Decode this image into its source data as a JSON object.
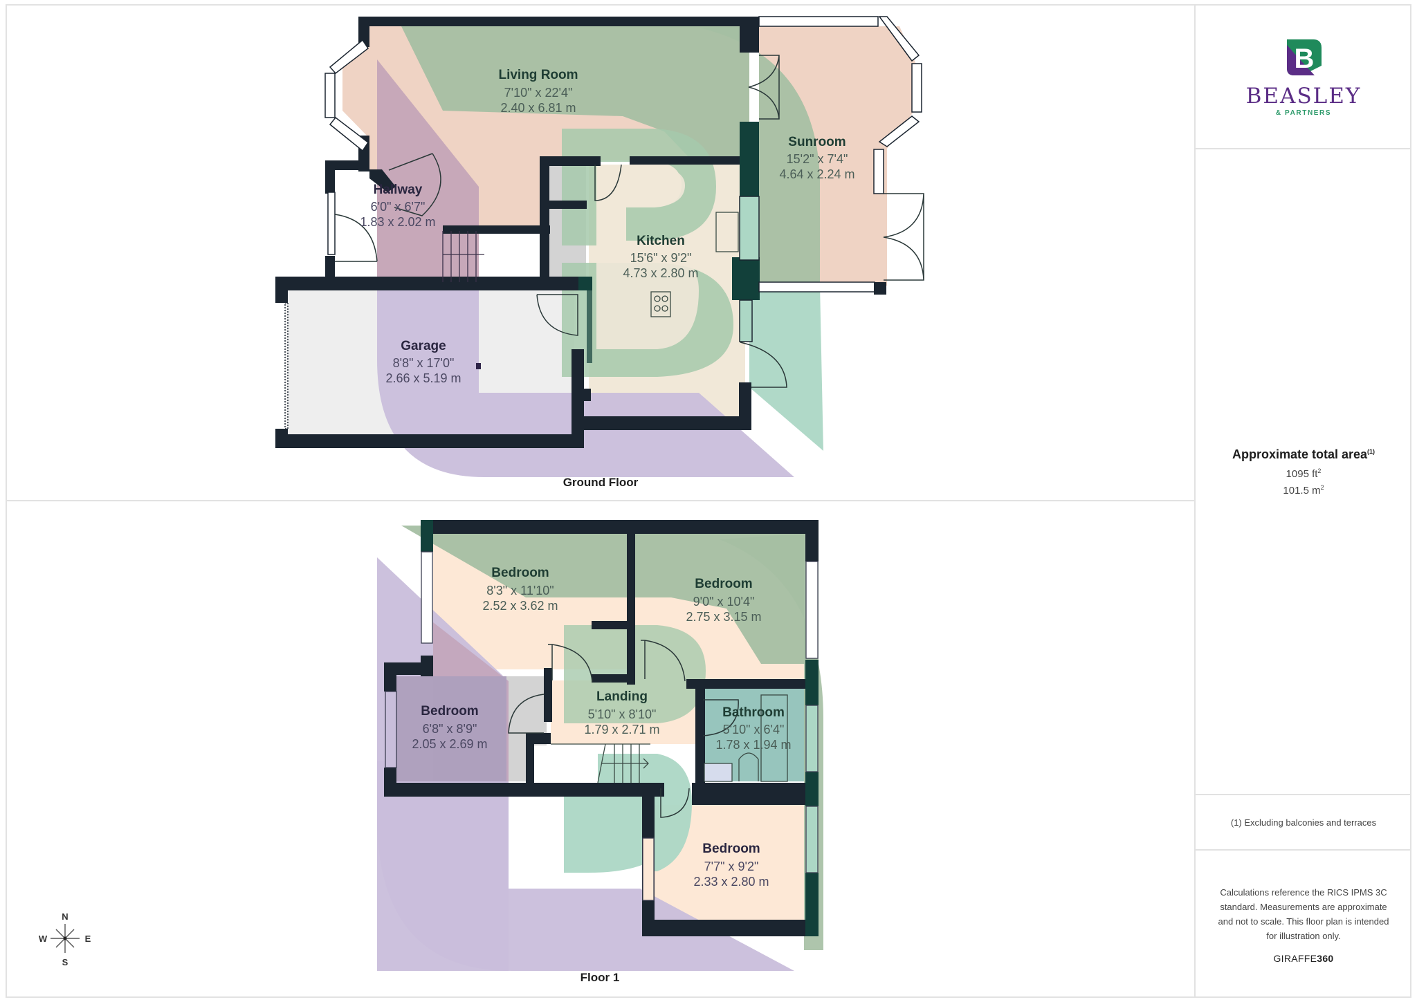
{
  "brand": {
    "name": "BEASLEY",
    "subtitle": "& PARTNERS",
    "colors": {
      "purple": "#5b2d86",
      "green": "#1f8a5b",
      "teal": "#2c9a6a"
    }
  },
  "area": {
    "title": "Approximate total area",
    "title_sup": "(1)",
    "imperial_value": "1095 ft",
    "imperial_sup": "2",
    "metric_value": "101.5 m",
    "metric_sup": "2"
  },
  "footnote": "(1) Excluding balconies and terraces",
  "disclaimer": "Calculations reference the RICS IPMS 3C standard. Measurements are approximate and not to scale. This floor plan is intended for illustration only.",
  "credit": {
    "prefix": "GIRAFFE",
    "suffix": "360"
  },
  "compass": {
    "n": "N",
    "s": "S",
    "e": "E",
    "w": "W"
  },
  "colors": {
    "wall": "#1b2530",
    "wall_green": "#12403a",
    "wall_purple": "#2e2448",
    "peach": "#efd3c4",
    "sage": "#a5bfa3",
    "mauve": "#c2a3b8",
    "lavender": "#c9bedb",
    "mint": "#acd7c5",
    "cream": "#f1e8d8",
    "garage_floor": "#eeeeee",
    "cupboard": "#d3d3d3"
  },
  "floors": [
    {
      "label": "Ground Floor",
      "rooms": [
        {
          "name": "Living Room",
          "imperial": "7'10\" x 22'4\"",
          "metric": "2.40 x 6.81 m"
        },
        {
          "name": "Sunroom",
          "imperial": "15'2\" x 7'4\"",
          "metric": "4.64 x 2.24 m"
        },
        {
          "name": "Hallway",
          "imperial": "6'0\" x 6'7\"",
          "metric": "1.83 x 2.02 m"
        },
        {
          "name": "Kitchen",
          "imperial": "15'6\" x 9'2\"",
          "metric": "4.73 x 2.80 m"
        },
        {
          "name": "Garage",
          "imperial": "8'8\" x 17'0\"",
          "metric": "2.66 x 5.19 m"
        }
      ]
    },
    {
      "label": "Floor 1",
      "rooms": [
        {
          "name": "Bedroom",
          "imperial": "8'3\" x 11'10\"",
          "metric": "2.52 x 3.62 m"
        },
        {
          "name": "Bedroom",
          "imperial": "9'0\" x 10'4\"",
          "metric": "2.75 x 3.15 m"
        },
        {
          "name": "Bedroom",
          "imperial": "6'8\" x 8'9\"",
          "metric": "2.05 x 2.69 m"
        },
        {
          "name": "Landing",
          "imperial": "5'10\" x 8'10\"",
          "metric": "1.79 x 2.71 m"
        },
        {
          "name": "Bathroom",
          "imperial": "5'10\" x 6'4\"",
          "metric": "1.78 x 1.94 m"
        },
        {
          "name": "Bedroom",
          "imperial": "7'7\" x 9'2\"",
          "metric": "2.33 x 2.80 m"
        }
      ]
    }
  ]
}
